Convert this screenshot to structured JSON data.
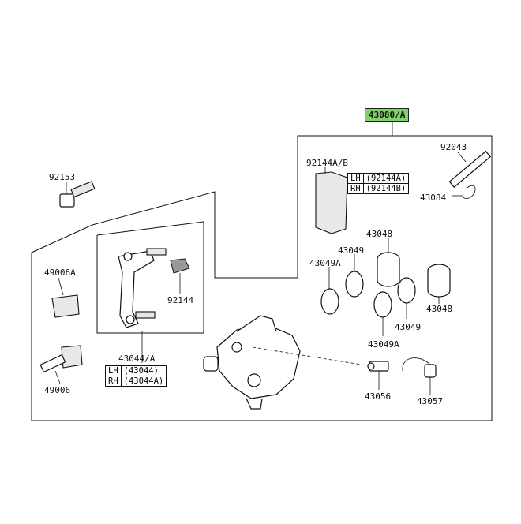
{
  "diagram": {
    "parts": {
      "caliper_assy": "43080/A",
      "pad_spring": "92144A/B",
      "pin": "92043",
      "clip": "43084",
      "bolt": "92153",
      "piston_a": "43048",
      "piston_b": "43048",
      "oil_seal_a": "43049",
      "dust_seal_a": "43049A",
      "oil_seal_b": "43049",
      "dust_seal_b": "43049A",
      "boot": "49006A",
      "shaft": "49006",
      "spring_clip": "92144",
      "holder": "43044/A",
      "bleed_valve": "43056",
      "cap": "43057"
    },
    "table_92144": {
      "rows": [
        {
          "side": "LH",
          "part": "(92144A)"
        },
        {
          "side": "RH",
          "part": "(92144B)"
        }
      ]
    },
    "table_43044": {
      "rows": [
        {
          "side": "LH",
          "part": "(43044)"
        },
        {
          "side": "RH",
          "part": "(43044A)"
        }
      ]
    }
  }
}
